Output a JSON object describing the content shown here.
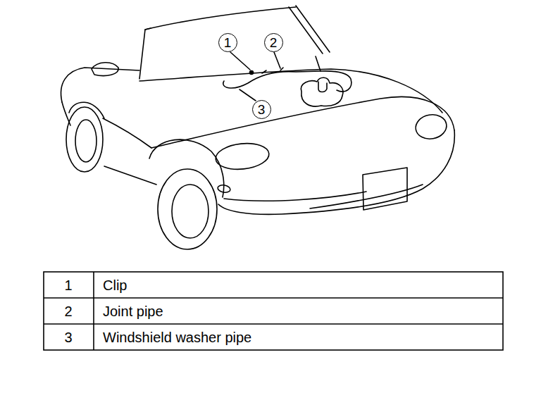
{
  "diagram": {
    "nodes": [
      {
        "text": [
          "1"
        ]
      },
      {
        "text": [
          "2"
        ]
      },
      {
        "text": [
          "3"
        ]
      }
    ],
    "labels": [
      "1",
      "Clip",
      "2",
      "Joint pipe",
      "3",
      "Windshield washer pipe"
    ]
  }
}
